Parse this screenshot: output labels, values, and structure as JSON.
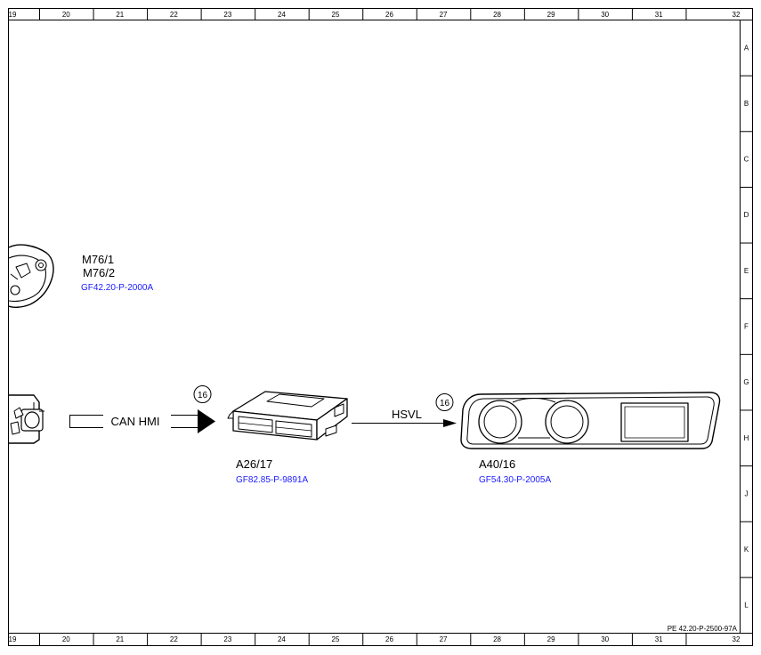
{
  "frame": {
    "columns": [
      "19",
      "20",
      "21",
      "22",
      "23",
      "24",
      "25",
      "26",
      "27",
      "28",
      "29",
      "30",
      "31",
      "32"
    ],
    "rows": [
      "A",
      "B",
      "C",
      "D",
      "E",
      "F",
      "G",
      "H",
      "J",
      "K",
      "L"
    ],
    "document_id": "PE 42.20-P-2500-97A"
  },
  "components": {
    "m76": {
      "label_1": "M76/1",
      "label_2": "M76/2",
      "ref": "GF42.20-P-2000A"
    },
    "a26": {
      "label": "A26/17",
      "ref": "GF82.85-P-9891A"
    },
    "a40": {
      "label": "A40/16",
      "ref": "GF54.30-P-2005A"
    }
  },
  "connections": {
    "can": {
      "label": "CAN HMI",
      "badge": "16"
    },
    "hsvl": {
      "label": "HSVL",
      "badge": "16"
    }
  },
  "colors": {
    "line": "#000000",
    "reference_link": "#1a1aff",
    "background": "#ffffff"
  }
}
